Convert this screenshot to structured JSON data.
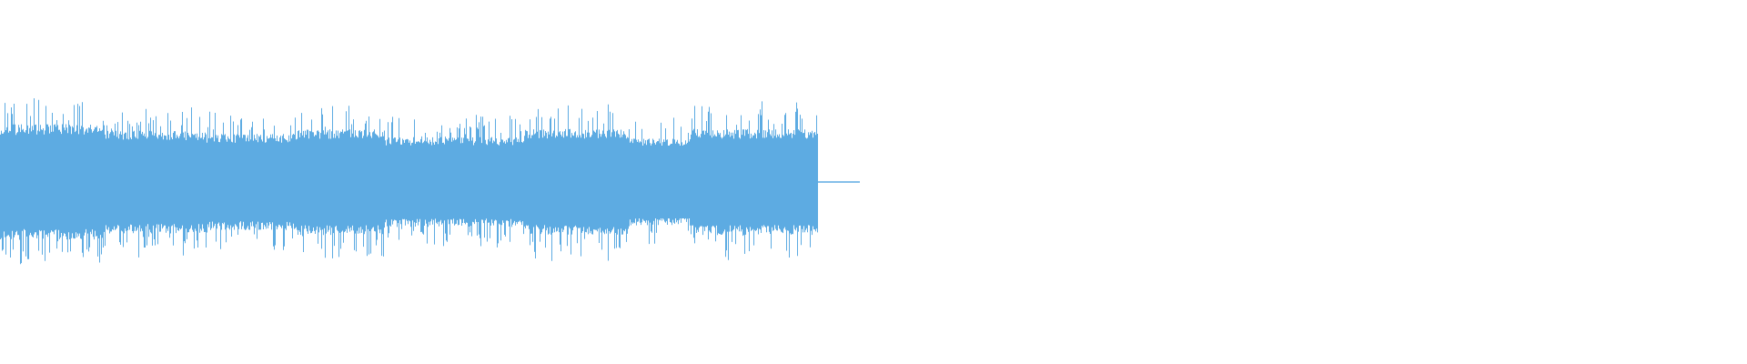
{
  "waveform": {
    "color": "#5dabe2",
    "background": "#ffffff",
    "played_fraction": 0.468,
    "tail_fraction": 0.492,
    "envelope_segments": [
      {
        "start": 0.0,
        "end": 0.06,
        "amp": 0.72
      },
      {
        "start": 0.06,
        "end": 0.118,
        "amp": 0.64
      },
      {
        "start": 0.118,
        "end": 0.17,
        "amp": 0.6
      },
      {
        "start": 0.17,
        "end": 0.22,
        "amp": 0.66
      },
      {
        "start": 0.22,
        "end": 0.3,
        "amp": 0.56
      },
      {
        "start": 0.3,
        "end": 0.36,
        "amp": 0.66
      },
      {
        "start": 0.36,
        "end": 0.395,
        "amp": 0.54
      },
      {
        "start": 0.395,
        "end": 0.468,
        "amp": 0.66
      }
    ]
  }
}
